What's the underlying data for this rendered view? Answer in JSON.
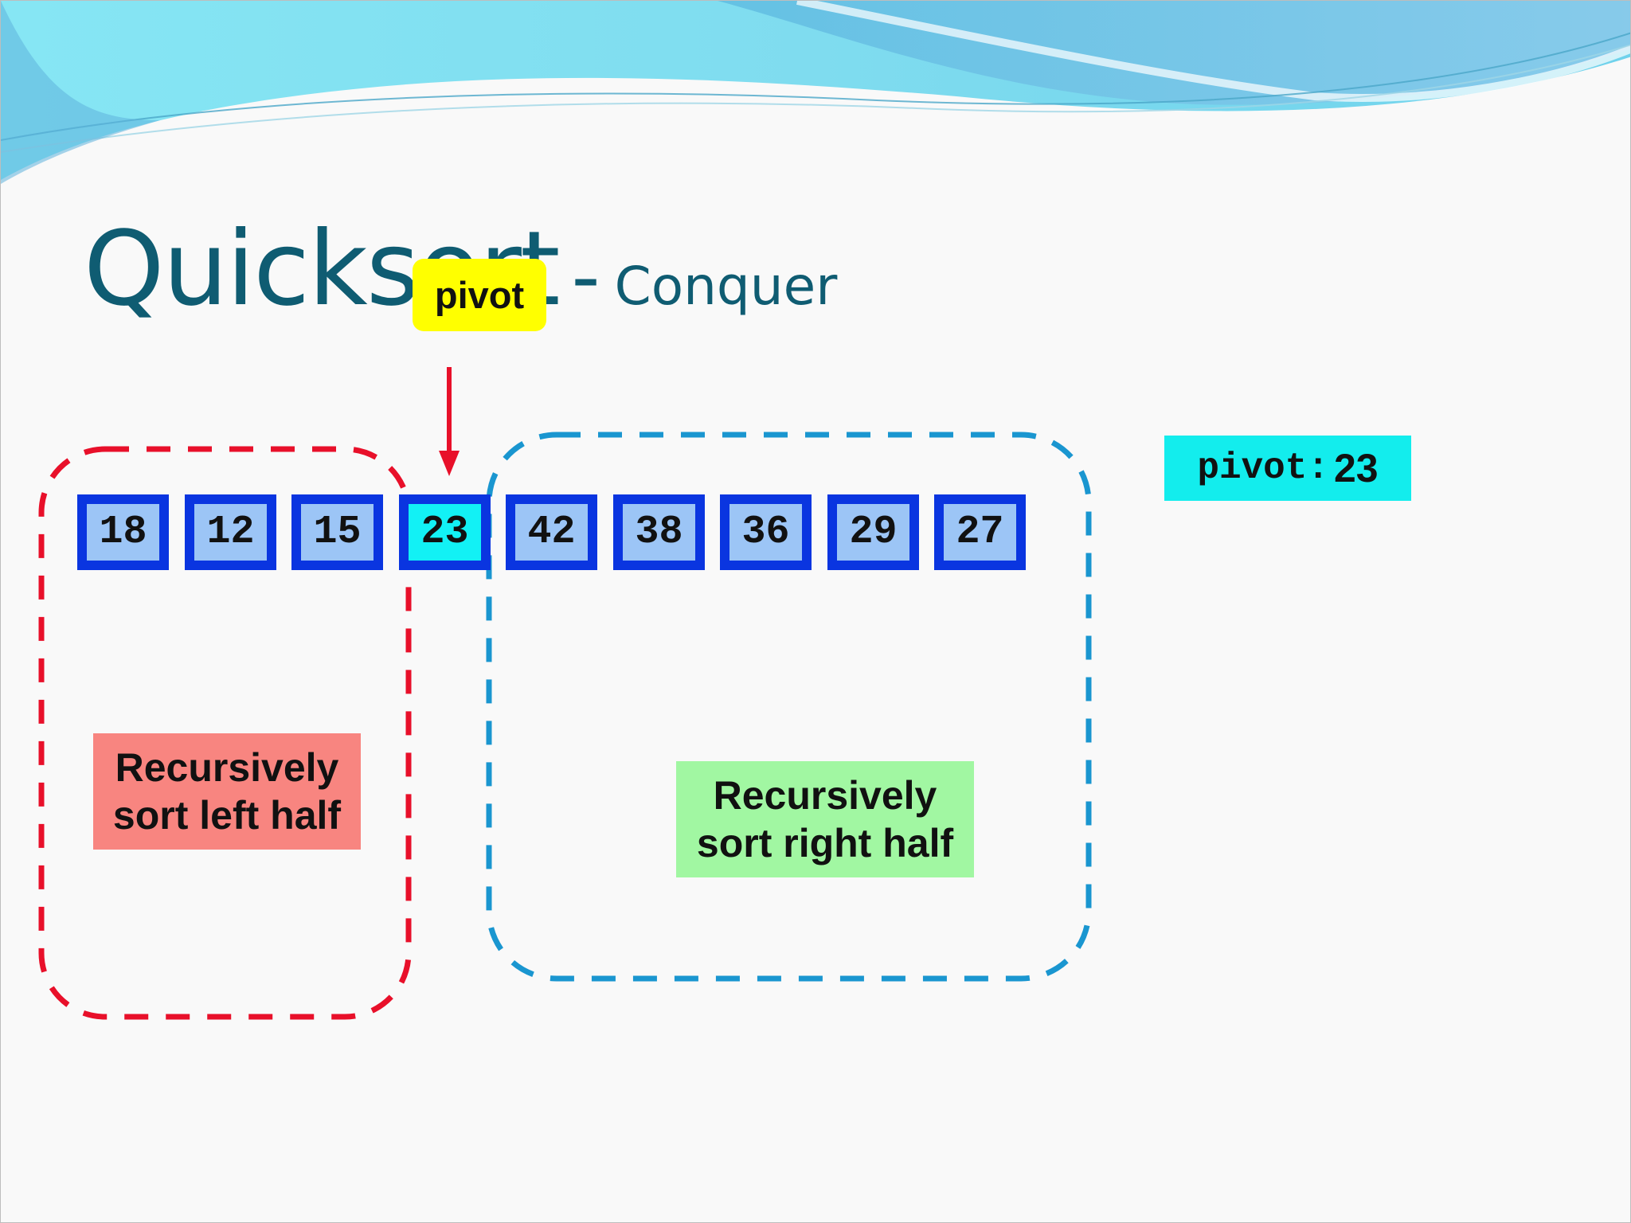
{
  "title": {
    "main": "Quicksort",
    "separator": "-",
    "subtitle": "Conquer"
  },
  "pivot_callout": "pivot",
  "array": [
    {
      "value": "18",
      "is_pivot": false
    },
    {
      "value": "12",
      "is_pivot": false
    },
    {
      "value": "15",
      "is_pivot": false
    },
    {
      "value": "23",
      "is_pivot": true
    },
    {
      "value": "42",
      "is_pivot": false
    },
    {
      "value": "38",
      "is_pivot": false
    },
    {
      "value": "36",
      "is_pivot": false
    },
    {
      "value": "29",
      "is_pivot": false
    },
    {
      "value": "27",
      "is_pivot": false
    }
  ],
  "pivot_readout": {
    "label": "pivot:",
    "value": "23"
  },
  "notes": {
    "left": {
      "line1": "Recursively",
      "line2": "sort left half"
    },
    "right": {
      "line1": "Recursively",
      "line2": "sort right half"
    }
  },
  "colors": {
    "title": "#0f5c72",
    "cell_border": "#0a35e0",
    "cell_fill": "#9cc5f6",
    "pivot_cell_fill": "#12f1f5",
    "pivot_callout": "#ffff00",
    "arrow": "#e8102a",
    "left_frame": "#e8102a",
    "right_frame": "#1a96d0",
    "left_note": "#f88580",
    "right_note": "#a1f7a2",
    "pivot_readout": "#13eded"
  }
}
